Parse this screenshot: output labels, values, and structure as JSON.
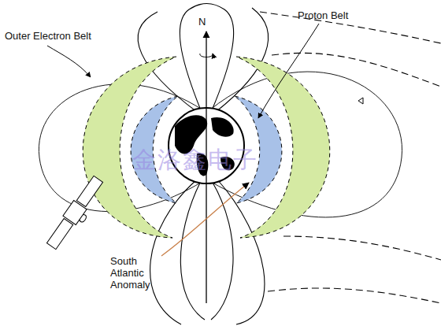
{
  "diagram": {
    "labels": [
      "Outer Electron Belt",
      "Proton Belt",
      "N",
      "South Atlantic Anomaly",
      "金洛鑫电子"
    ]
  }
}
